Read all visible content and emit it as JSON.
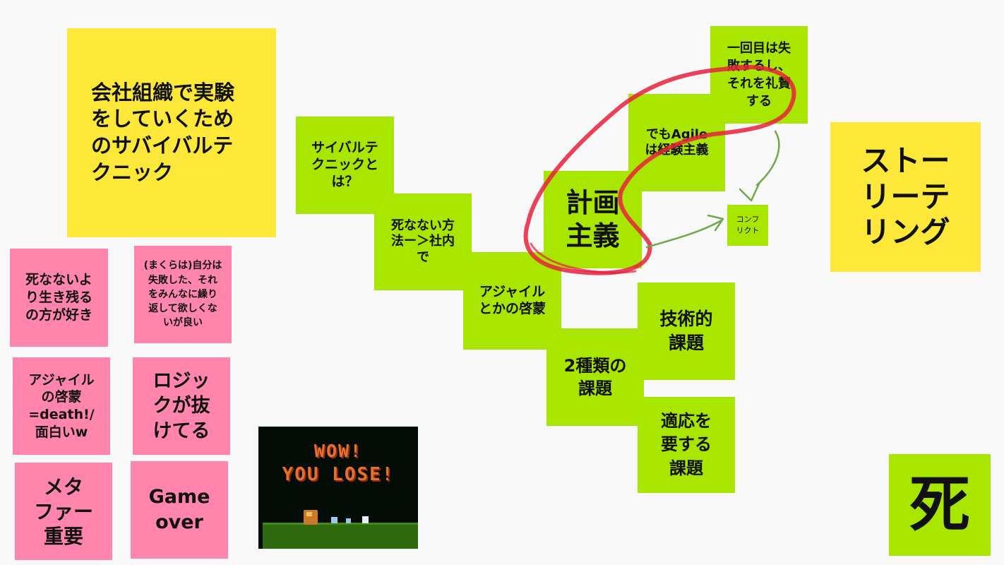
{
  "title_note": "会社組織で実験\nをしていくため\nのサバイバルテ\nクニック",
  "story_note": "ストー\nリーテ\nリング",
  "shi_note": "死",
  "flow_notes": {
    "survival_technique": "サイバルテ\nクニックと\nは？",
    "shinanai_houhou": "死なない方\n法ー＞社内\nで",
    "agile_keimou": "アジャイル\nとかの啓蒙",
    "keikaku_shugi": "計画\n主義",
    "demo_agile": "でもAgile\nは経験主義",
    "ikkaime": "一回目は失\n敗するし、\nそれを礼賛\nする",
    "conflict": "コンフ\nリクト",
    "nishurui": "2種類の\n課題",
    "gijutsuteki": "技術的\n課題",
    "tekiou": "適応を\n要する\n課題"
  },
  "pink_notes": {
    "ikinokoru": "死なないよ\nり生き残る\nの方が好き",
    "makura": "(まくらは)自分は\n失敗した、それ\nをみんなに繰り\n返して欲しくな\nいが良い",
    "agile_death": "アジャイル\nの啓蒙\n=death!/\n面白いw",
    "logic": "ロジッ\nクが抜\nけてる",
    "metaphor": "メタ\nファー\n重要",
    "gameover": "Game\nover"
  },
  "game_image": {
    "line1": "WOW!",
    "line2": "YOU LOSE!"
  },
  "colors": {
    "yellow": "#fde83a",
    "green": "#a8e600",
    "pink": "#ff85ad",
    "red_ink": "#e8203c",
    "green_ink": "#6fa84a"
  }
}
